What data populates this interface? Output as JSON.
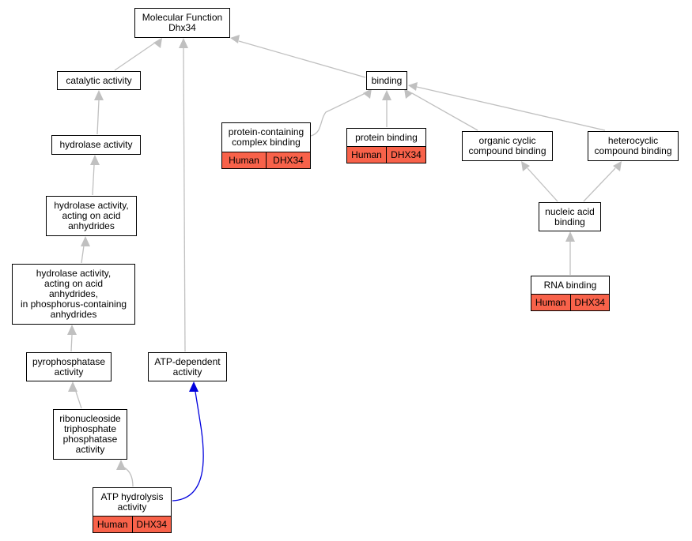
{
  "colors": {
    "annotation_bg": "#f8624a",
    "edge_gray": "#c0c0c0",
    "edge_blue": "#0000dd"
  },
  "nodes": {
    "root": {
      "label": "Molecular Function\nDhx34"
    },
    "catalytic": {
      "label": "catalytic activity"
    },
    "binding": {
      "label": "binding"
    },
    "hydrolase": {
      "label": "hydrolase activity"
    },
    "protein_complex": {
      "label": "protein-containing\ncomplex binding",
      "species": "Human",
      "gene": "DHX34"
    },
    "protein_binding": {
      "label": "protein binding",
      "species": "Human",
      "gene": "DHX34"
    },
    "organic_cyclic": {
      "label": "organic cyclic\ncompound binding"
    },
    "heterocyclic": {
      "label": "heterocyclic\ncompound binding"
    },
    "hydrolase_acid": {
      "label": "hydrolase activity,\nacting on acid\nanhydrides"
    },
    "nucleic_acid": {
      "label": "nucleic acid\nbinding"
    },
    "hydrolase_phos": {
      "label": "hydrolase activity,\nacting on acid\nanhydrides,\nin phosphorus-containing\nanhydrides"
    },
    "rna_binding": {
      "label": "RNA binding",
      "species": "Human",
      "gene": "DHX34"
    },
    "pyrophosphatase": {
      "label": "pyrophosphatase\nactivity"
    },
    "atp_dependent": {
      "label": "ATP-dependent\nactivity"
    },
    "ribonucleoside": {
      "label": "ribonucleoside\ntriphosphate\nphosphatase\nactivity"
    },
    "atp_hydrolysis": {
      "label": "ATP hydrolysis\nactivity",
      "species": "Human",
      "gene": "DHX34"
    }
  }
}
